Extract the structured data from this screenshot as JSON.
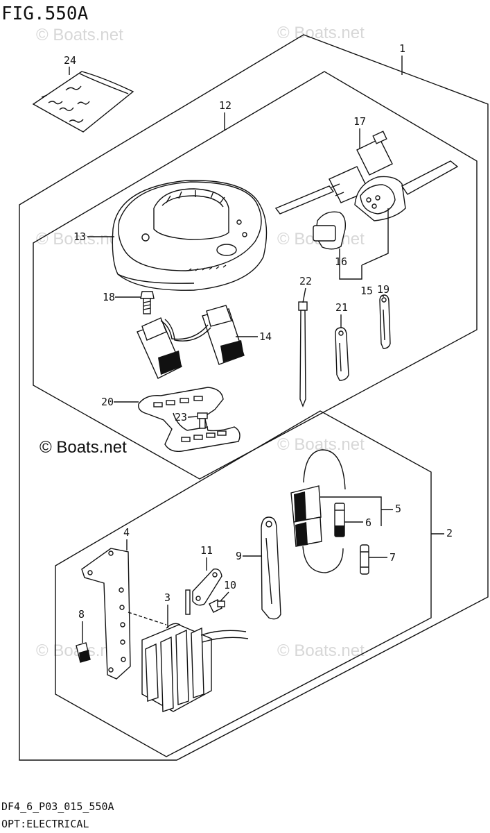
{
  "figure": {
    "title": "FIG.550A",
    "code": "DF4_6_P03_015_550A",
    "caption": "OPT:ELECTRICAL"
  },
  "copyright": "© Boats.net",
  "watermark": "© Boats.net",
  "callouts": {
    "c1": "1",
    "c2": "2",
    "c3": "3",
    "c4": "4",
    "c5": "5",
    "c6": "6",
    "c7": "7",
    "c8": "8",
    "c9": "9",
    "c10": "10",
    "c11": "11",
    "c12": "12",
    "c13": "13",
    "c14": "14",
    "c15": "15",
    "c16": "16",
    "c17": "17",
    "c18": "18",
    "c19": "19",
    "c20": "20",
    "c21": "21",
    "c22": "22",
    "c23": "23",
    "c24": "24"
  }
}
